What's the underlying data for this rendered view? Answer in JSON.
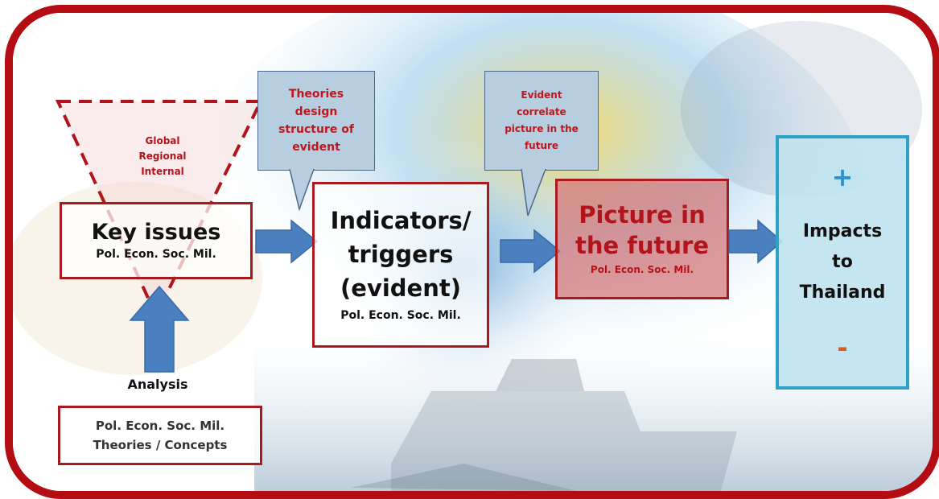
{
  "triangle": {
    "lines": [
      "Global",
      "Regional",
      "Internal"
    ]
  },
  "key_issues": {
    "title": "Key issues",
    "sub": "Pol. Econ. Soc. Mil."
  },
  "analysis": {
    "label": "Analysis"
  },
  "analysis_box": {
    "line1": "Pol. Econ. Soc. Mil.",
    "line2": "Theories / Concepts"
  },
  "callout_theories": {
    "lines": [
      "Theories",
      "design",
      "structure of",
      "evident"
    ]
  },
  "indicators": {
    "line1": "Indicators/",
    "line2": "triggers",
    "line3": "(evident)",
    "sub": "Pol. Econ. Soc. Mil."
  },
  "callout_evident": {
    "lines": [
      "Evident",
      "correlate",
      "picture in the",
      "future"
    ]
  },
  "picture": {
    "line1": "Picture in",
    "line2": "the future",
    "sub": "Pol. Econ. Soc. Mil."
  },
  "impacts": {
    "plus": "+",
    "line1": "Impacts",
    "line2": "to",
    "line3": "Thailand",
    "minus": "-"
  },
  "colors": {
    "frame": "#b30c12",
    "red_text": "#b3141b",
    "arrow_blue": "#4a7fc0",
    "impacts_fill": "#bfe3ef",
    "impacts_border": "#2fa1c7"
  }
}
